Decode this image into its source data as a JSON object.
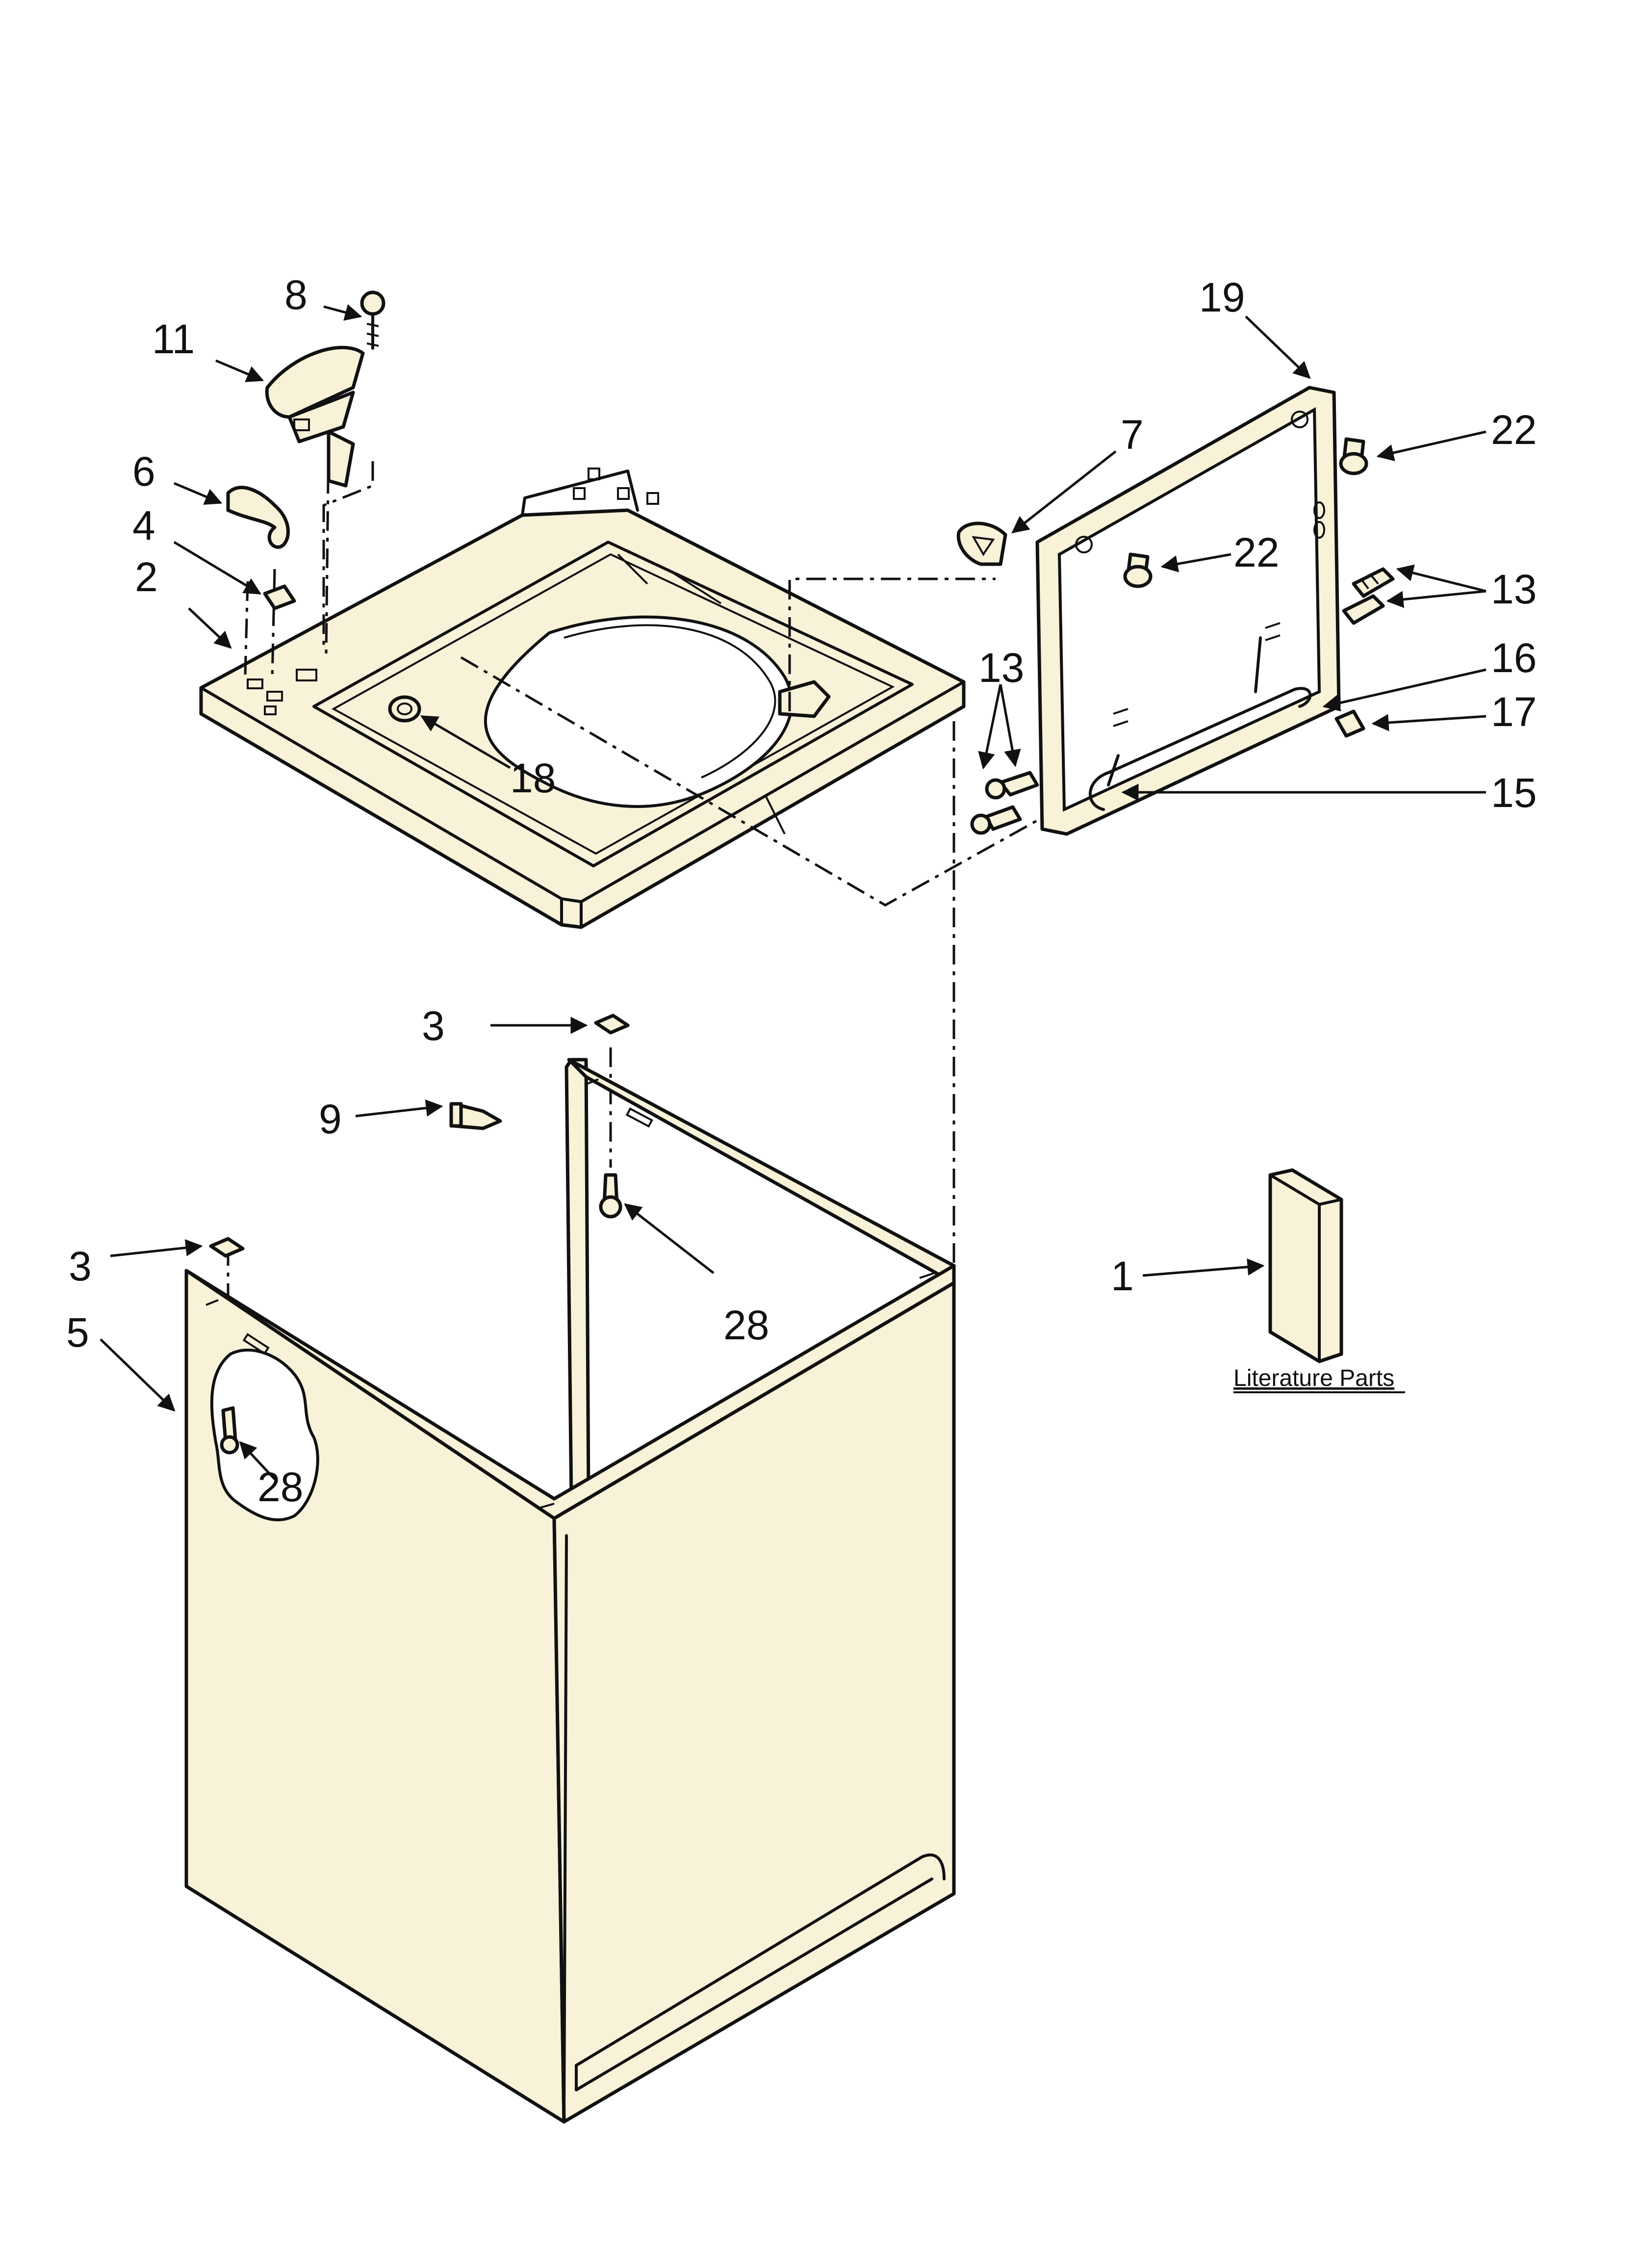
{
  "callouts": {
    "c1": "1",
    "c2": "2",
    "c3a": "3",
    "c3b": "3",
    "c4": "4",
    "c5": "5",
    "c6": "6",
    "c7": "7",
    "c8": "8",
    "c9": "9",
    "c11": "11",
    "c13a": "13",
    "c13b": "13",
    "c15": "15",
    "c16": "16",
    "c17": "17",
    "c18": "18",
    "c19": "19",
    "c22a": "22",
    "c22b": "22",
    "c28a": "28",
    "c28b": "28"
  },
  "literature_label": "Literature Parts"
}
